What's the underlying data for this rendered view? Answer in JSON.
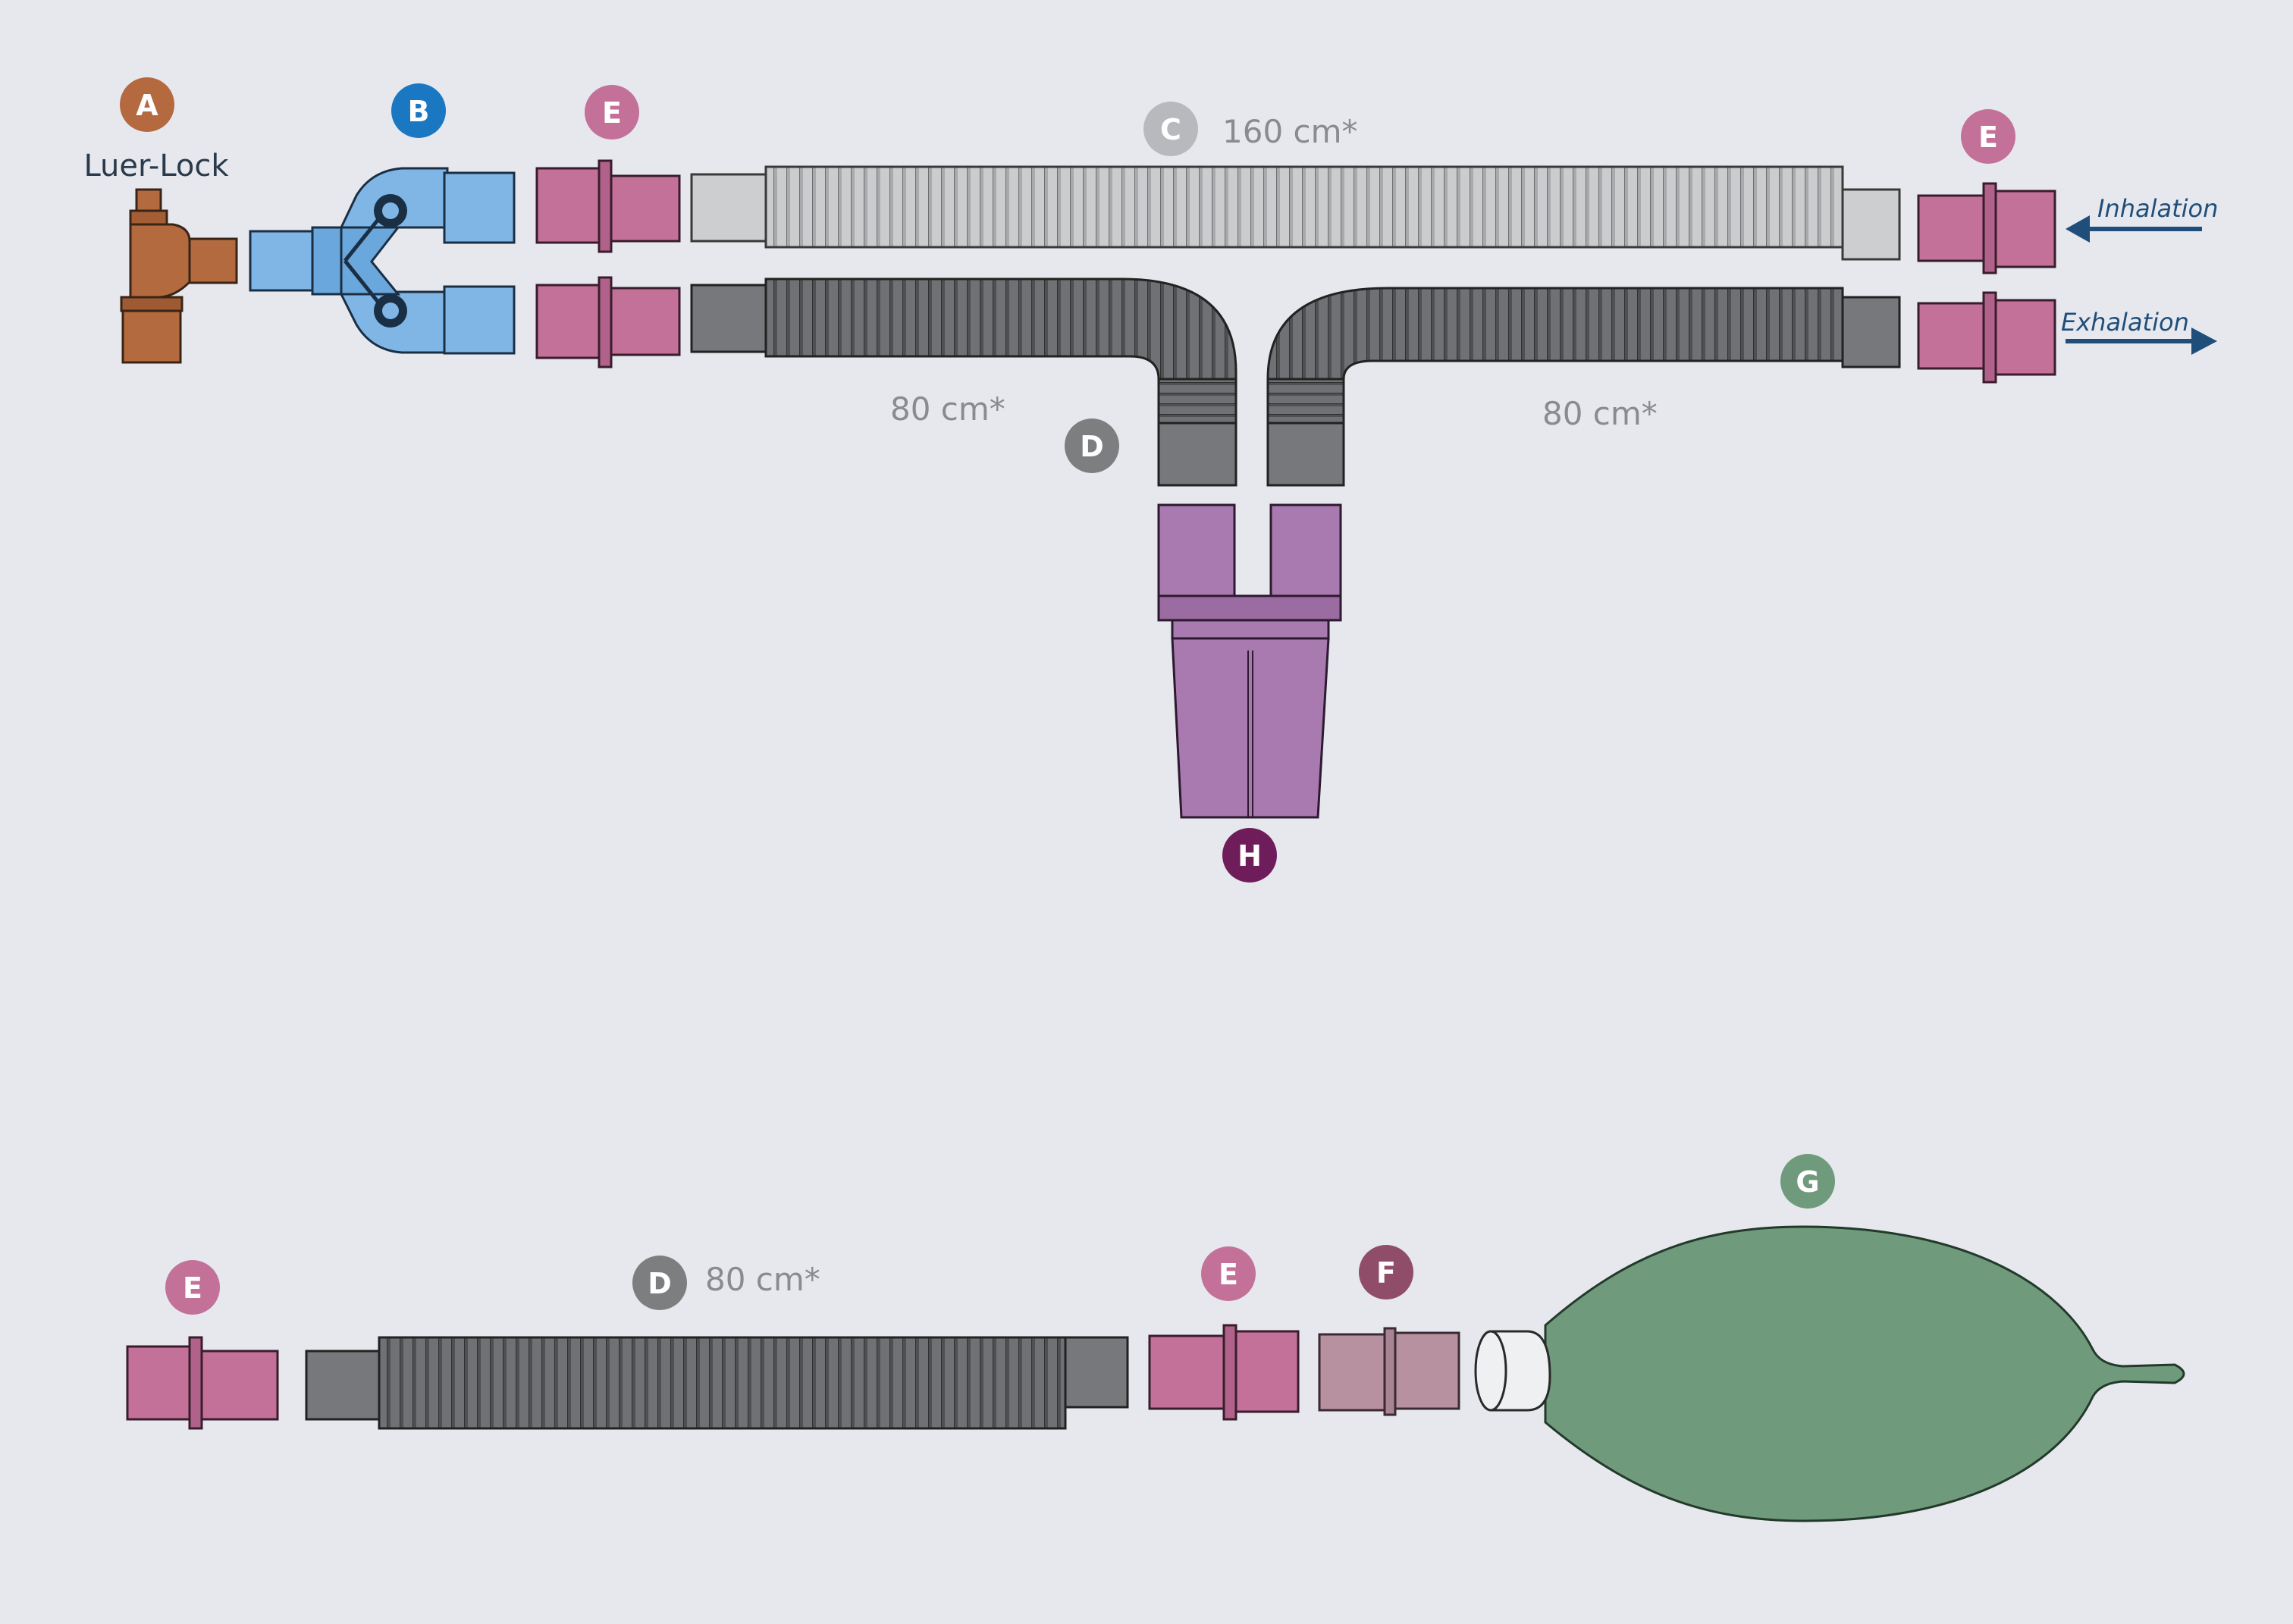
{
  "labels": {
    "a": "A",
    "b": "B",
    "c": "C",
    "d": "D",
    "e": "E",
    "f": "F",
    "g": "G",
    "h": "H"
  },
  "text": {
    "luer_lock": "Luer-Lock",
    "c_length": "160 cm*",
    "d_length": "80 cm*",
    "d_left_length": "80 cm*",
    "d_right_length": "80 cm*",
    "d_bottom_length": "80 cm*",
    "inhalation": "Inhalation",
    "exhalation": "Exhalation"
  },
  "colors": {
    "background": "#e6e8ee",
    "badge_a": "#b5693f",
    "badge_b": "#1a78c2",
    "badge_c": "#b7b9bc",
    "badge_d": "#7d7e80",
    "badge_e": "#c4719a",
    "badge_f": "#8f4d6a",
    "badge_g": "#6f9a7c",
    "badge_h": "#6e1d5a",
    "connector_a": "#b36a3e",
    "y_piece_b": "#7fb6e6",
    "hose_c": "#c9cacc",
    "hose_d": "#6c6d70",
    "adapter_e": "#c4719a",
    "adapter_f": "#b7919f",
    "bag_g": "#6f9a7c",
    "mask_h": "#a97ab0",
    "arrow": "#1f4e7a"
  }
}
